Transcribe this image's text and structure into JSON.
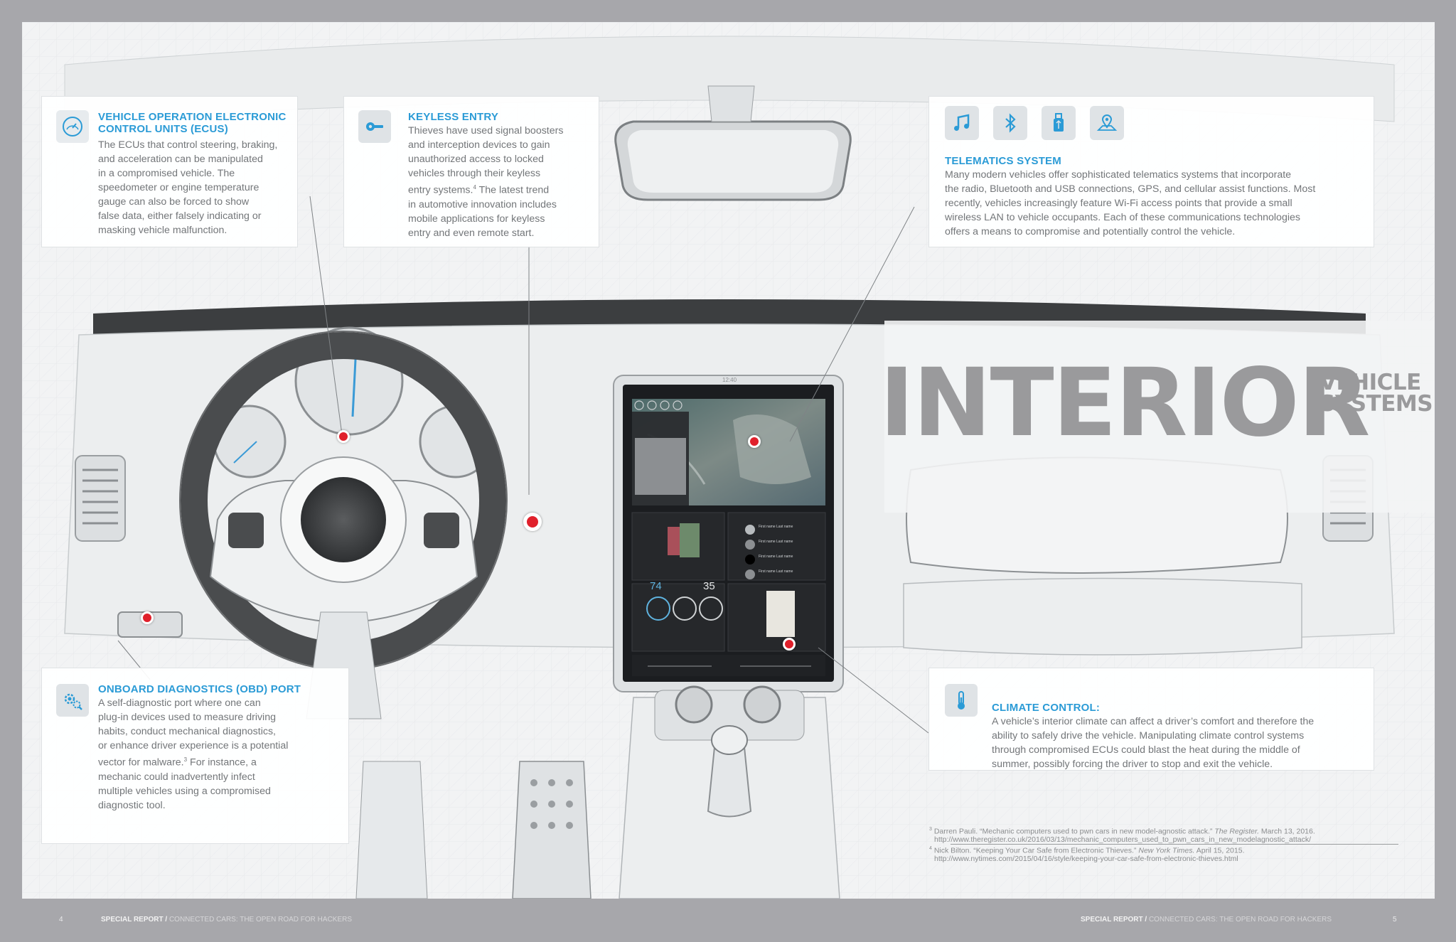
{
  "panels": {
    "ecu": {
      "title": "VEHICLE OPERATION ELECTRONIC CONTROL UNITS (ECUS)",
      "lines": [
        "The ECUs that control steering, braking,",
        "and acceleration can be manipulated",
        "in a compromised vehicle. The",
        "speedometer or engine temperature",
        "gauge can also be forced to show",
        "false data, either falsely indicating or",
        "masking vehicle malfunction."
      ],
      "icon": "gauge-icon"
    },
    "keyless": {
      "title": "KEYLESS ENTRY",
      "lines": [
        "Thieves have used signal boosters",
        "and interception devices to gain",
        "unauthorized access to locked",
        "vehicles through their keyless",
        "entry systems.",
        "in automotive innovation includes",
        "mobile applications for keyless",
        "entry and even remote start."
      ],
      "line5_sup": "4",
      "line5_rest": " The latest trend",
      "icon": "key-icon"
    },
    "telematics": {
      "title": "TELEMATICS SYSTEM",
      "lines": [
        "Many modern vehicles offer sophisticated telematics systems that incorporate",
        "the radio, Bluetooth and USB connections, GPS, and cellular assist functions. Most",
        "recently, vehicles increasingly feature Wi-Fi access points that provide a small",
        "wireless LAN to vehicle occupants. Each of these communications technologies",
        "offers a means to compromise and potentially control the vehicle."
      ],
      "icons": [
        "music-icon",
        "bluetooth-icon",
        "usb-icon",
        "map-pin-icon"
      ]
    },
    "obd": {
      "title": "ONBOARD DIAGNOSTICS (OBD) PORT",
      "lines": [
        "A self-diagnostic port where one can",
        "plug-in devices used to measure driving",
        "habits, conduct mechanical diagnostics,",
        "or enhance driver experience is a potential",
        "vector for malware.",
        "mechanic could inadvertently infect",
        "multiple vehicles using a compromised",
        "diagnostic tool."
      ],
      "line5_sup": "3",
      "line5_rest": " For instance, a",
      "icon": "gears-icon"
    },
    "climate": {
      "title": "CLIMATE CONTROL:",
      "lines": [
        "A vehicle’s interior climate can affect a driver’s comfort and therefore the",
        "ability to safely drive the vehicle. Manipulating climate control systems",
        "through compromised ECUs could blast the heat during the middle of",
        "summer, possibly forcing the driver to stop and exit the vehicle."
      ],
      "icon": "thermometer-icon"
    }
  },
  "heading": {
    "big": "INTERIOR",
    "sub1": "VEHICLE",
    "sub2": "SYSTEMS"
  },
  "screen": {
    "time": "12:40",
    "gauge_left": "74",
    "gauge_right": "35",
    "contact": "First name Last name"
  },
  "footnotes": [
    {
      "num": "3",
      "text": "Darren Pauli. “Mechanic computers used to pwn cars in new model-agnostic attack.”",
      "italic": "The Register.",
      "rest": " March 13, 2016."
    },
    {
      "num": "",
      "text": "http://www.theregister.co.uk/2016/03/13/mechanic_computers_used_to_pwn_cars_in_new_modelagnostic_attack/",
      "italic": "",
      "rest": ""
    },
    {
      "num": "4",
      "text": "Nick Bilton. “Keeping Your Car Safe from Electronic Thieves.”",
      "italic": "New York Times.",
      "rest": " April 15, 2015."
    },
    {
      "num": "",
      "text": "http://www.nytimes.com/2015/04/16/style/keeping-your-car-safe-from-electronic-thieves.html",
      "italic": "",
      "rest": ""
    }
  ],
  "page_footer": {
    "left_page": "4",
    "right_page": "5",
    "label_bold": "SPECIAL REPORT /",
    "label_rest": " CONNECTED CARS: THE OPEN ROAD FOR HACKERS"
  },
  "colors": {
    "accent": "#2b9bd6",
    "marker": "#e0202b",
    "title_gray": "#9a9a9c"
  }
}
